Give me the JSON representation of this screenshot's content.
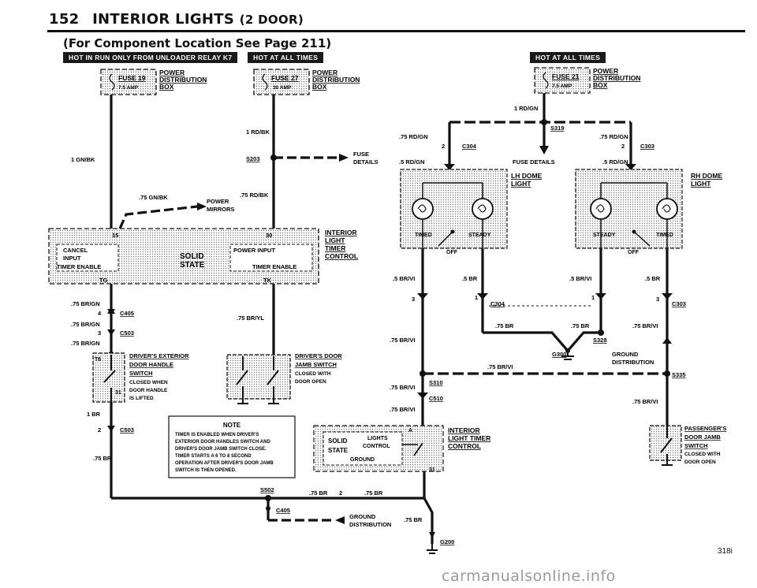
{
  "page": {
    "number": "152",
    "title": "INTERIOR LIGHTS",
    "subtitle": "(2 DOOR)",
    "component_note": "(For Component Location See Page 211)",
    "figure_code": "318i",
    "watermark": "carmanualsonline.info"
  },
  "banners": {
    "hot_run": "HOT IN RUN ONLY FROM UNLOADER RELAY K7",
    "hot_all_1": "HOT AT ALL TIMES",
    "hot_all_2": "HOT AT ALL TIMES"
  },
  "fuses": {
    "f19": {
      "name": "FUSE 19",
      "rating": "7.5 AMP"
    },
    "f27": {
      "name": "FUSE 27",
      "rating": "30 AMP"
    },
    "f21": {
      "name": "FUSE 21",
      "rating": "7.5 AMP"
    },
    "power_box": [
      "POWER",
      "DISTRIBUTION",
      "BOX"
    ],
    "fuse_details": [
      "FUSE",
      "DETAILS"
    ],
    "fuse_details_center": "FUSE DETAILS"
  },
  "wires": {
    "gn_bk": "1 GN/BK",
    "rd_bk": "1 RD/BK",
    "gn_bk_75": ".75 GN/BK",
    "rd_bk_75": ".75 RD/BK",
    "br_gn_1": ".75 BR/GN",
    "br_gn_2": ".75 BR/GN",
    "br_gn_3": ".75 BR/GN",
    "br_yl": ".75 BR/YL",
    "br_1": "1 BR",
    "br_75_left": ".75 BR",
    "rd_gn_1": "1 RD/GN",
    "rd_gn_75_l": ".75 RD/GN",
    "rd_gn_75_r": ".75 RD/GN",
    "rd_gn_5_l": ".5 RD/GN",
    "rd_gn_5_r": ".5 RD/GN",
    "br_vi_5_l": ".5 BR/VI",
    "br_5_l": ".5 BR",
    "br_vi_5_r": ".5 BR/VI",
    "br_5_r": ".5 BR",
    "br_75_mid": ".75 BR",
    "br_75_mid2": ".75 BR",
    "br_vi_75_r1": ".75 BR/VI",
    "br_vi_75_l1": ".75 BR/VI",
    "br_vi_75_bus": ".75 BR/VI",
    "br_vi_75_l2": ".75 BR/VI",
    "br_vi_75_l3": ".75 BR/VI",
    "br_vi_75_r2": ".75 BR/VI",
    "br_75_b1": ".75 BR",
    "br_75_b2": ".75 BR",
    "br_75_b3": ".75 BR"
  },
  "splices": {
    "s203": "S203",
    "s319": "S319",
    "s328": "S328",
    "s310": "S310",
    "s335": "S335",
    "s502": "S502"
  },
  "connectors": {
    "c405": "C405",
    "c503": "C503",
    "c503b": "C503",
    "c304": "C304",
    "c303": "C303",
    "c304b": "C304",
    "c303b": "C303",
    "c510": "C510",
    "c405b": "C405"
  },
  "pins": {
    "p4": "4",
    "p3": "3",
    "p2": "2",
    "p2b": "2",
    "p2c": "2",
    "p2d": "2",
    "p3b": "3",
    "p1": "1",
    "p1b": "1",
    "p3c": "3",
    "p31": "31",
    "p31b": "31",
    "p15": "15",
    "p30": "30",
    "pTG": "TG",
    "pTK": "TK",
    "pT6": "T6",
    "pA": "A"
  },
  "grounds": {
    "g300": "G300",
    "g200": "G200",
    "dist": [
      "GROUND",
      "DISTRIBUTION"
    ],
    "dist2": [
      "GROUND",
      "DISTRIBUTION"
    ]
  },
  "mirrors": [
    "POWER",
    "MIRRORS"
  ],
  "timer": {
    "label": [
      "INTERIOR",
      "LIGHT",
      "TIMER",
      "CONTROL"
    ],
    "cancel": "CANCEL",
    "input": "INPUT",
    "solid": "SOLID",
    "state": "STATE",
    "power_input": "POWER INPUT",
    "timer_enable_l": "TIMER ENABLE",
    "timer_enable_r": "TIMER ENABLE"
  },
  "lh_dome": {
    "label": [
      "LH DOME",
      "LIGHT"
    ],
    "timed": "TIMED",
    "steady": "STEADY",
    "off": "OFF"
  },
  "rh_dome": {
    "label": [
      "RH DOME",
      "LIGHT"
    ],
    "timed": "TIMED",
    "steady": "STEADY",
    "off": "OFF"
  },
  "switches": {
    "driver_handle": [
      "DRIVER'S EXTERIOR",
      "DOOR HANDLE",
      "SWITCH",
      "CLOSED WHEN",
      "DOOR HANDLE",
      "IS LIFTED"
    ],
    "driver_jamb": [
      "DRIVER'S DOOR",
      "JAMB SWITCH",
      "CLOSED WITH",
      "DOOR OPEN"
    ],
    "passenger_jamb": [
      "PASSENGER'S",
      "DOOR JAMB",
      "SWITCH",
      "CLOSED WITH",
      "DOOR OPEN"
    ]
  },
  "relay_box": {
    "label": [
      "INTERIOR",
      "LIGHT TIMER",
      "CONTROL"
    ],
    "solid": "SOLID",
    "state": "STATE",
    "lights": "LIGHTS",
    "control": "CONTROL",
    "ground": "GROUND"
  },
  "note": {
    "title": "NOTE",
    "lines": [
      "TIMER IS ENABLED WHEN DRIVER'S",
      "EXTERIOR DOOR HANDLES SWITCH AND",
      "DRIVER'S DOOR JAMB SWITCH CLOSE.",
      "TIMER STARTS A 6 TO 8 SECOND",
      "OPERATION AFTER DRIVER'S DOOR JAMB",
      "SWITCH IS THEN OPENED."
    ]
  }
}
